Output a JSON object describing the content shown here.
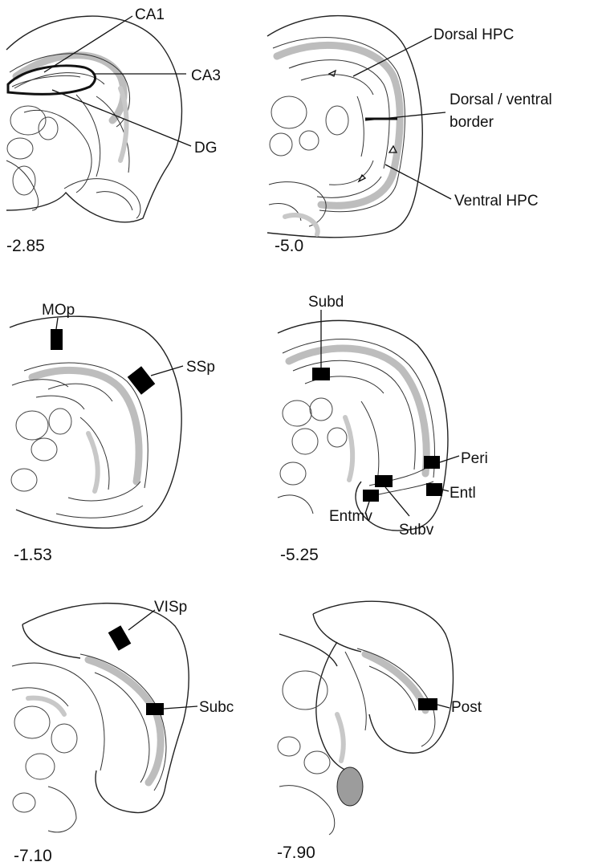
{
  "figure": {
    "panels": [
      {
        "id": "p1",
        "coordinate": "-2.85",
        "labels": [
          "CA1",
          "CA3",
          "DG"
        ]
      },
      {
        "id": "p2",
        "coordinate": "-5.0",
        "labels": [
          "Dorsal HPC",
          "Dorsal / ventral",
          "border",
          "Ventral HPC"
        ]
      },
      {
        "id": "p3",
        "coordinate": "-1.53",
        "labels": [
          "MOp",
          "SSp"
        ]
      },
      {
        "id": "p4",
        "coordinate": "-5.25",
        "labels": [
          "Subd",
          "Peri",
          "Entl",
          "Entmv",
          "Subv"
        ]
      },
      {
        "id": "p5",
        "coordinate": "-7.10",
        "labels": [
          "VISp",
          "Subc"
        ]
      },
      {
        "id": "p6",
        "coordinate": "-7.90",
        "labels": [
          "Post"
        ]
      }
    ]
  }
}
